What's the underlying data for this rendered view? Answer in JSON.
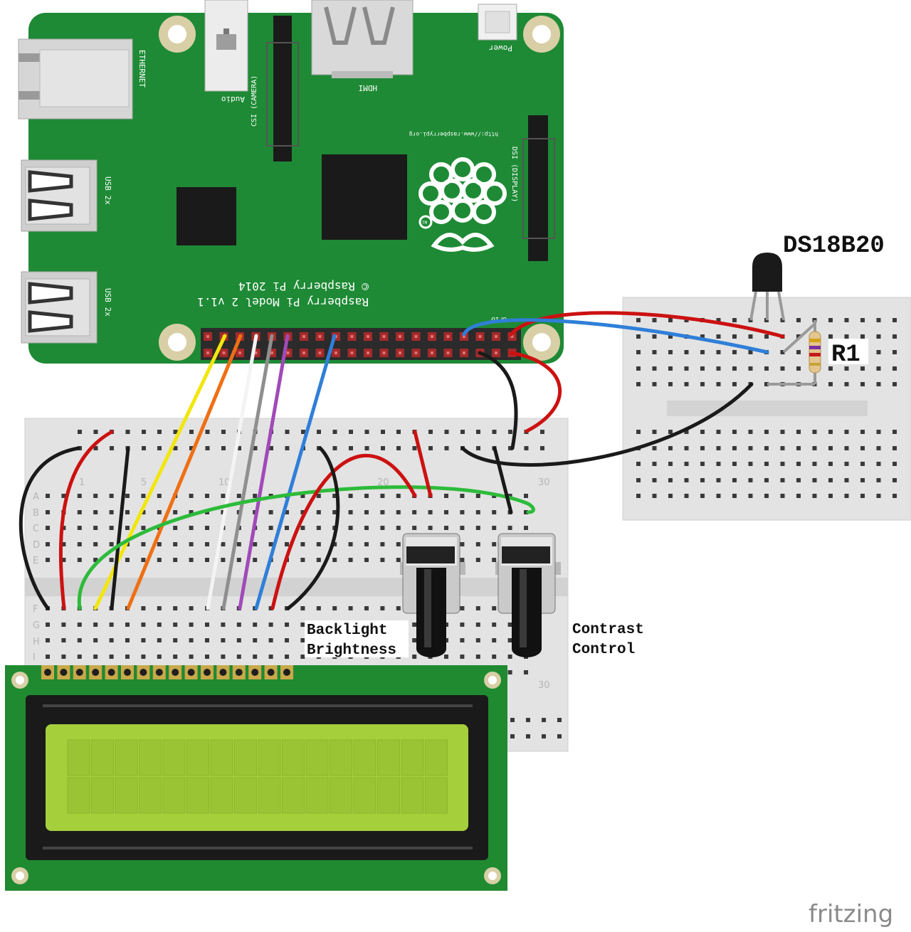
{
  "board": {
    "ethernet_label": "ETHERNET",
    "usb_label_1": "USB 2x",
    "usb_label_2": "USB 2x",
    "audio_label": "Audio",
    "camera_label": "CSI (CAMERA)",
    "hdmi_label": "HDMI",
    "power_label": "Power",
    "display_label": "DSI (DISPLAY)",
    "url_label": "http://www.raspberrypi.org",
    "model_label": "Raspberry Pi Model 2 v1.1",
    "copyright_label": "© Raspberry Pi 2014",
    "gpio_label": "GPIO",
    "tm_label": "TM"
  },
  "breadboard": {
    "row_labels": [
      "A",
      "B",
      "C",
      "D",
      "E",
      "F",
      "G",
      "H",
      "I"
    ],
    "col_labels": [
      "1",
      "5",
      "10",
      "20",
      "30",
      "30"
    ]
  },
  "callouts": {
    "sensor": "DS18B20",
    "resistor": "R1",
    "backlight_line1": "Backlight",
    "backlight_line2": "Brightness",
    "contrast_line1": "Contrast",
    "contrast_line2": "Control"
  },
  "brand": "fritzing",
  "colors": {
    "pcb": "#1e8a35",
    "lcd_screen": "#a6cf3c",
    "wire_red": "#cc1111",
    "wire_black": "#1a1a1a",
    "wire_blue": "#2f7fd8",
    "wire_green": "#2dbb3a",
    "wire_yellow": "#f2e60c",
    "wire_orange": "#ef6f14",
    "wire_white": "#f4f4f4",
    "wire_gray": "#8f8f8f",
    "wire_purple": "#a04ab8"
  }
}
